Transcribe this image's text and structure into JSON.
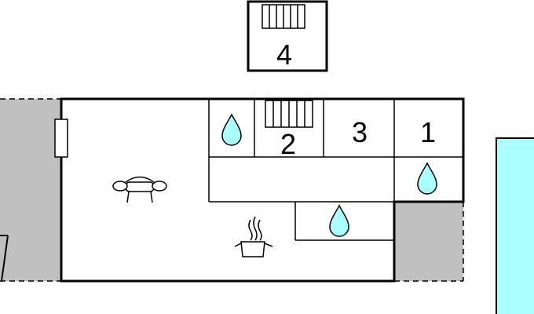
{
  "floorplan": {
    "rooms": [
      {
        "id": "upper",
        "number": "4"
      },
      {
        "id": "bed-2",
        "number": "2"
      },
      {
        "id": "bed-3",
        "number": "3"
      },
      {
        "id": "bed-1",
        "number": "1"
      }
    ],
    "icons": [
      "water-drop-icon",
      "stairs-icon",
      "sofa-icon",
      "cooking-pot-icon",
      "window-icon"
    ],
    "colors": {
      "wall": "#000000",
      "terrace": "#c0c0c0",
      "pool": "#aaffff",
      "water_drop": "#aaffff",
      "background": "#ffffff"
    }
  }
}
